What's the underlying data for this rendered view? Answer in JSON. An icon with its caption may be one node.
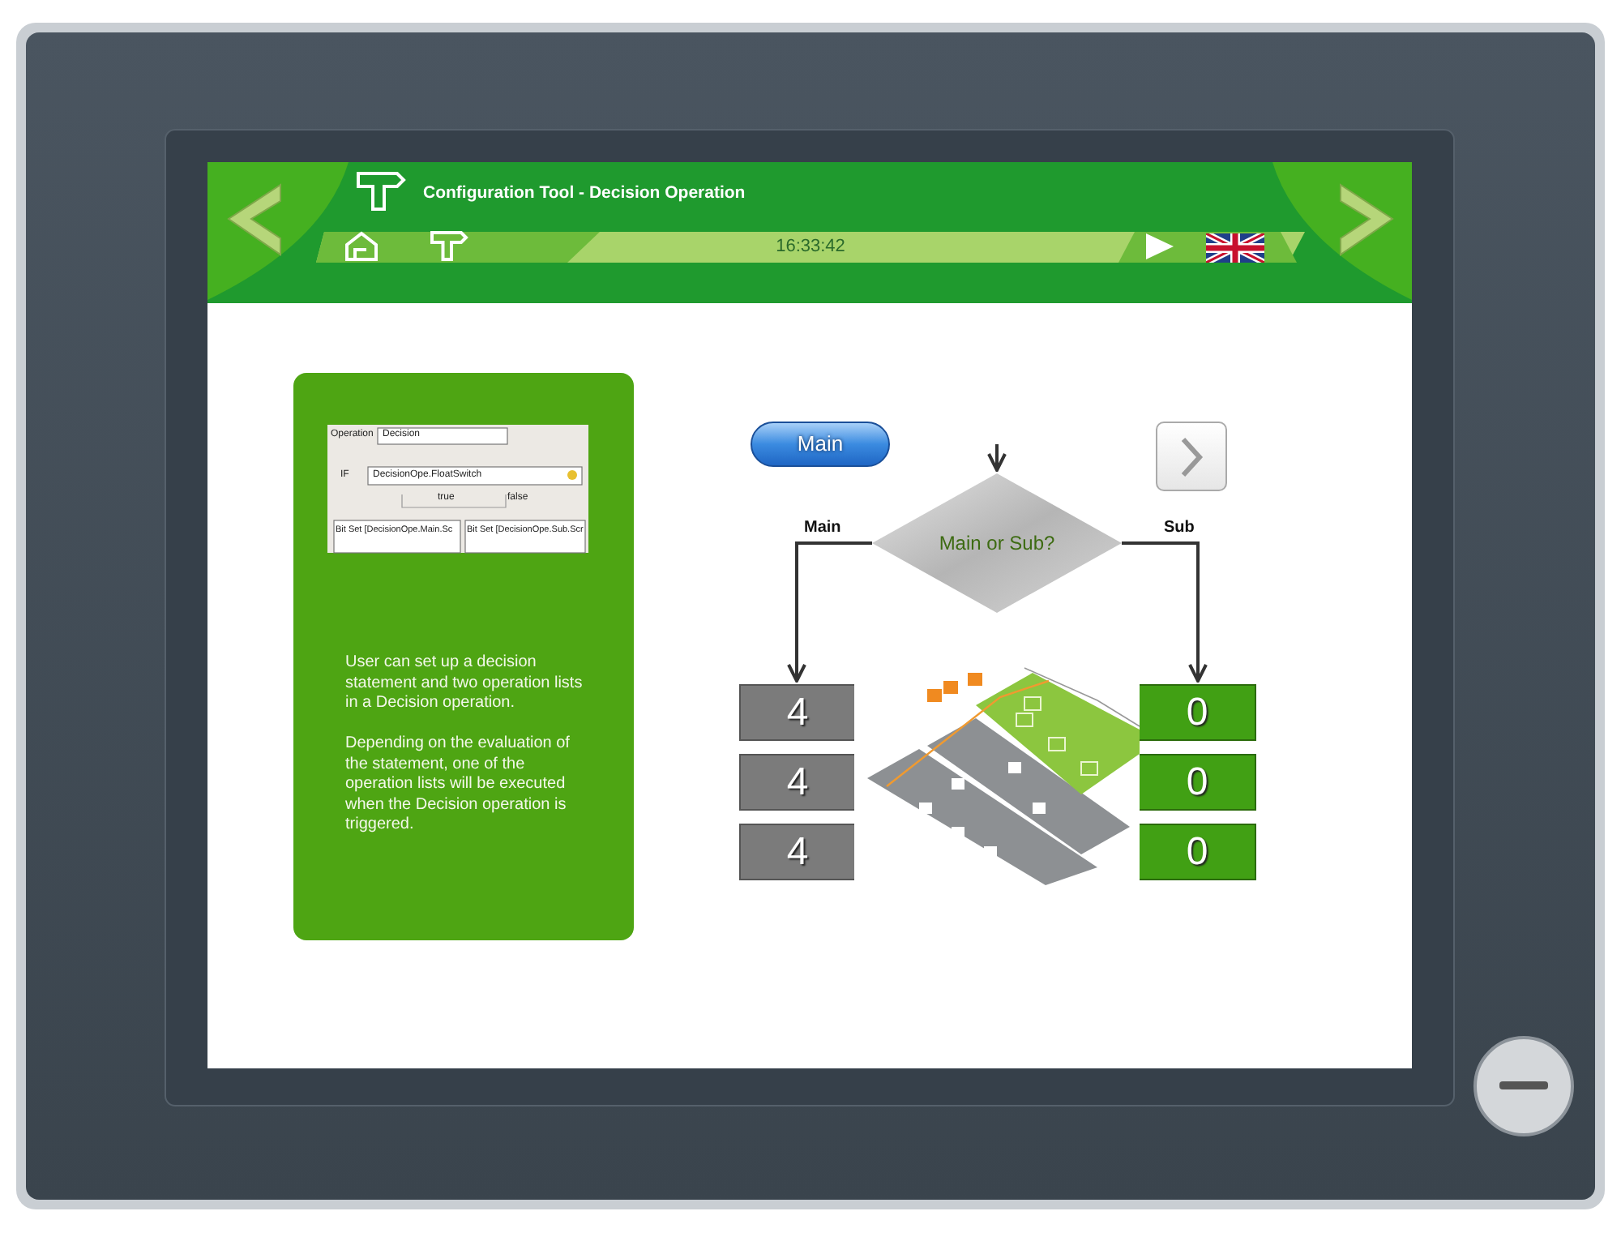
{
  "diagram": {
    "title": "Configuration Tool - Decision Operation",
    "nodes": [
      {
        "text": [
          "Main or Sub?"
        ]
      },
      {
        "text": [
          "4"
        ]
      },
      {
        "text": [
          "4"
        ]
      },
      {
        "text": [
          "4"
        ]
      },
      {
        "text": [
          "0"
        ]
      },
      {
        "text": [
          "0"
        ]
      },
      {
        "text": [
          "0"
        ]
      }
    ],
    "edges": [
      {
        "from": null,
        "to": 0,
        "arrow": "to"
      },
      {
        "from": 0,
        "to": 1,
        "arrow": "to",
        "label": "Main"
      },
      {
        "from": 0,
        "to": 4,
        "arrow": "to",
        "label": "Sub"
      }
    ],
    "labels": [
      "16:33:42",
      "Operation",
      "Decision",
      "IF",
      "DecisionOpe.FloatSwitch",
      "true",
      "false",
      "Bit Set [DecisionOpe.Main.Sc",
      "Bit Set [DecisionOpe.Sub.Scr",
      "User can set up a decision statement and two operation lists in a Decision operation.",
      "Depending on the evaluation of the statement, one of the operation lists will be executed when the Decision operation is triggered.",
      "Main"
    ]
  }
}
